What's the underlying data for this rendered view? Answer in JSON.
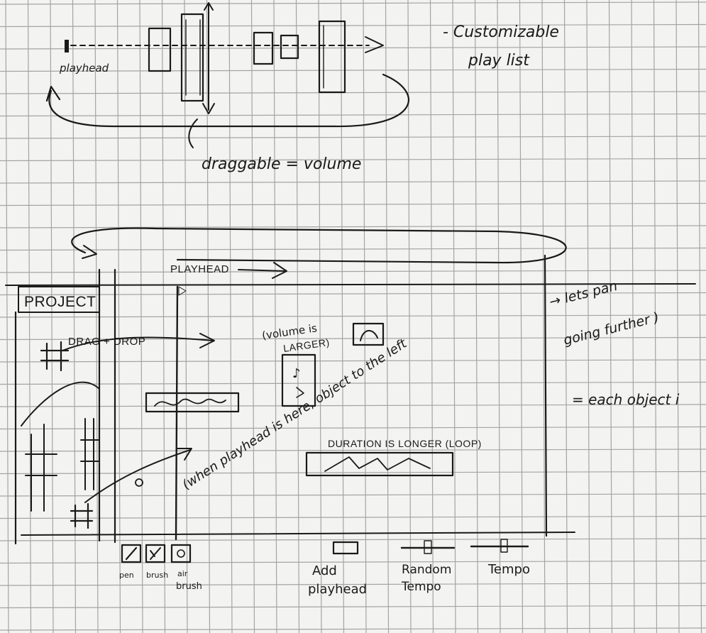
{
  "colors": {
    "paper": "#f3f3f1",
    "grid": "#8a8a88",
    "ink": "#1a1a1a"
  },
  "playlist_sketch": {
    "playhead_label": "playhead",
    "note_customizable": "- Customizable",
    "note_customizable_2": "play list",
    "draggable_label": "draggable = volume"
  },
  "canvas_sketch": {
    "project_label": "PROJECT",
    "playhead_label": "PLAYHEAD",
    "drag_drop_label": "DRAG + DROP",
    "volume_label_1": "(volume is",
    "volume_label_2": "LARGER)",
    "duration_label": "DURATION IS LONGER (LOOP)",
    "diagonal_note": "(when playhead is here, object to the left",
    "arrow_note_1": "→ lets pan",
    "arrow_note_2": "going further )",
    "each_object_note": "= each object i"
  },
  "toolbar_sketch": {
    "tools": [
      {
        "label": "pen",
        "icon": "pen-icon"
      },
      {
        "label": "brush",
        "icon": "brush-icon"
      },
      {
        "label": "air",
        "icon": "airbrush-icon"
      }
    ],
    "airbrush_label_2": "brush",
    "add_playhead_1": "Add",
    "add_playhead_2": "playhead",
    "random_tempo_1": "Random",
    "random_tempo_2": "Tempo",
    "tempo_label": "Tempo"
  }
}
